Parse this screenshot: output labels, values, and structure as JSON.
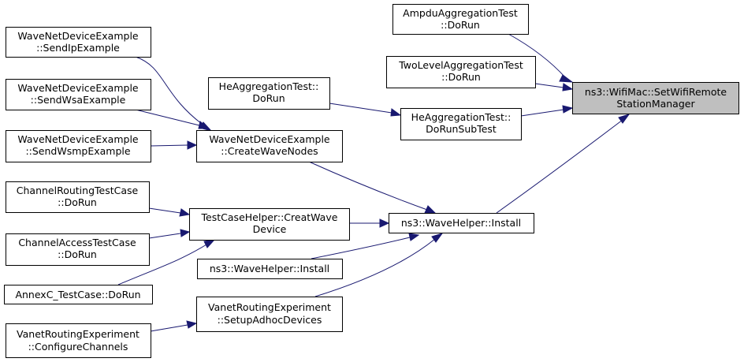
{
  "nodes": {
    "setwifi": {
      "lines": [
        "ns3::WifiMac::SetWifiRemote",
        "StationManager"
      ]
    },
    "ampdu": {
      "lines": [
        "AmpduAggregationTest",
        "::DoRun"
      ]
    },
    "twolevel": {
      "lines": [
        "TwoLevelAggregationTest",
        "::DoRun"
      ]
    },
    "hesub": {
      "lines": [
        "HeAggregationTest::",
        "DoRunSubTest"
      ]
    },
    "hedorun": {
      "lines": [
        "HeAggregationTest::",
        "DoRun"
      ]
    },
    "sendip": {
      "lines": [
        "WaveNetDeviceExample",
        "::SendIpExample"
      ]
    },
    "sendwsa": {
      "lines": [
        "WaveNetDeviceExample",
        "::SendWsaExample"
      ]
    },
    "sendwsmp": {
      "lines": [
        "WaveNetDeviceExample",
        "::SendWsmpExample"
      ]
    },
    "createwave": {
      "lines": [
        "WaveNetDeviceExample",
        "::CreateWaveNodes"
      ]
    },
    "chanrouting": {
      "lines": [
        "ChannelRoutingTestCase",
        "::DoRun"
      ]
    },
    "chanaccess": {
      "lines": [
        "ChannelAccessTestCase",
        "::DoRun"
      ]
    },
    "annexc": {
      "lines": [
        "AnnexC_TestCase::DoRun"
      ]
    },
    "tchelper": {
      "lines": [
        "TestCaseHelper::CreatWave",
        "Device"
      ]
    },
    "wavehelper": {
      "lines": [
        "ns3::WaveHelper::Install"
      ]
    },
    "wavehelper2": {
      "lines": [
        "ns3::WaveHelper::Install"
      ]
    },
    "vanetsetup": {
      "lines": [
        "VanetRoutingExperiment",
        "::SetupAdhocDevices"
      ]
    },
    "vanetconfig": {
      "lines": [
        "VanetRoutingExperiment",
        "::ConfigureChannels"
      ]
    }
  },
  "colors": {
    "edge": "#191970",
    "focus_fill": "#bfbfbf",
    "node_fill": "#ffffff",
    "node_border": "#000000"
  }
}
